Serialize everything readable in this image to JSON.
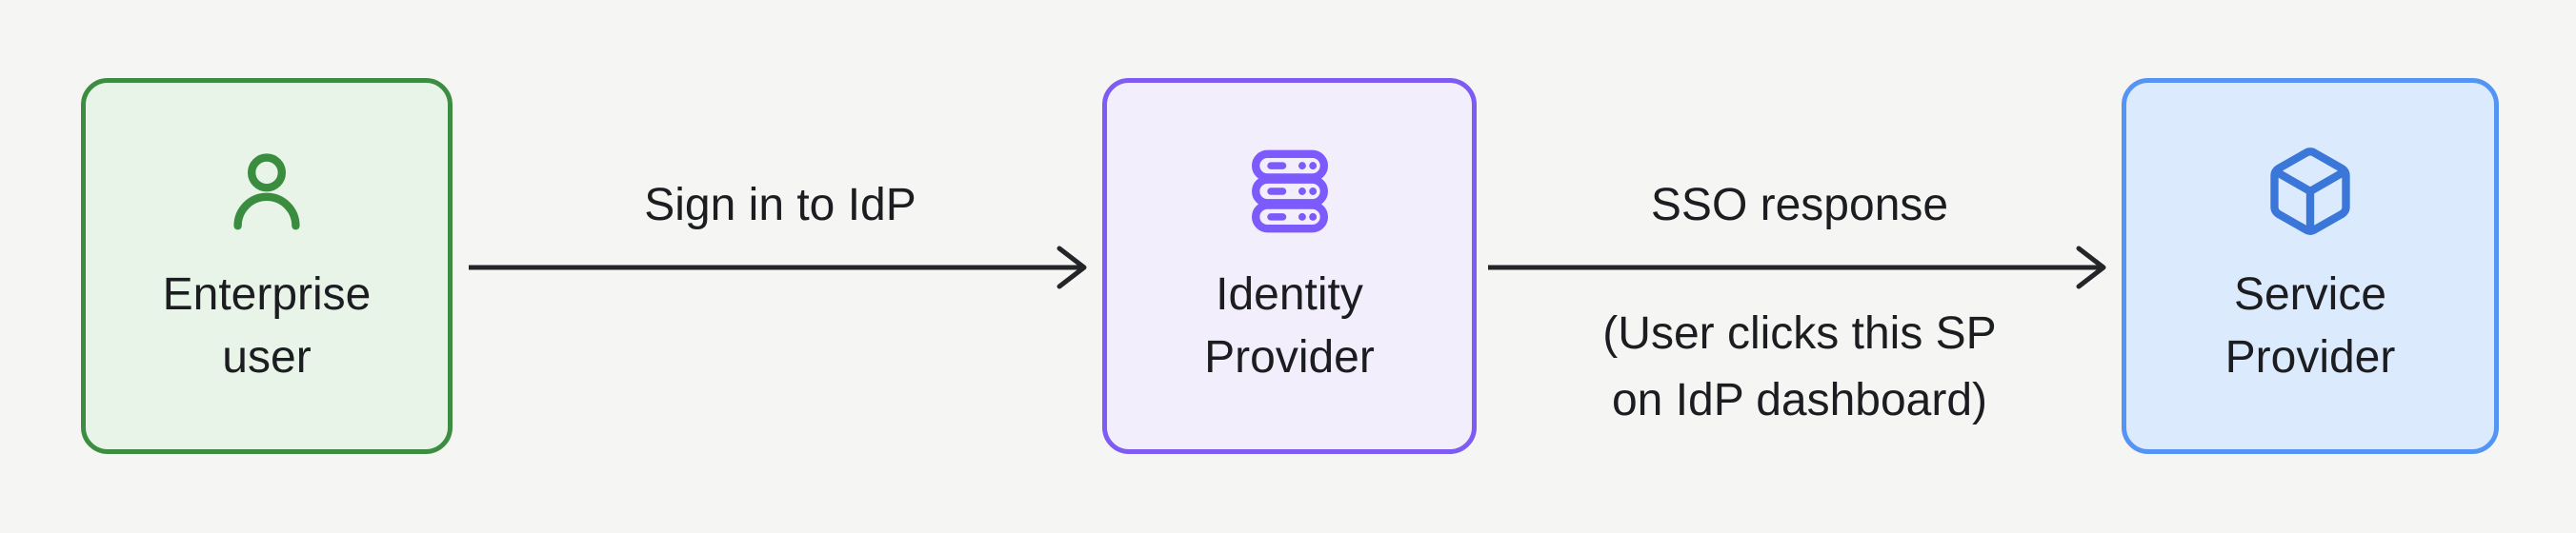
{
  "diagram": {
    "background_color": "#f5f6f4",
    "text_color": "#1b1d20",
    "arrow_color": "#232528",
    "nodes": [
      {
        "id": "enterprise-user",
        "icon": "person-icon",
        "label_line1": "Enterprise",
        "label_line2": "user",
        "border_color": "#3c8c41",
        "fill_color": "#e8f4e8",
        "icon_color": "#3a8c3f"
      },
      {
        "id": "identity-provider",
        "icon": "server-stack-icon",
        "label_line1": "Identity",
        "label_line2": "Provider",
        "border_color": "#7e5bf2",
        "fill_color": "#f3eefb",
        "icon_color": "#7c5afb"
      },
      {
        "id": "service-provider",
        "icon": "cube-icon",
        "label_line1": "Service",
        "label_line2": "Provider",
        "border_color": "#5494f4",
        "fill_color": "#dbeafd",
        "icon_color": "#3b76d9"
      }
    ],
    "edges": [
      {
        "id": "sign-in-to-idp",
        "label": "Sign in to IdP"
      },
      {
        "id": "sso-response",
        "label": "SSO response",
        "note_line1": "(User clicks this SP",
        "note_line2": "on IdP dashboard)"
      }
    ]
  }
}
